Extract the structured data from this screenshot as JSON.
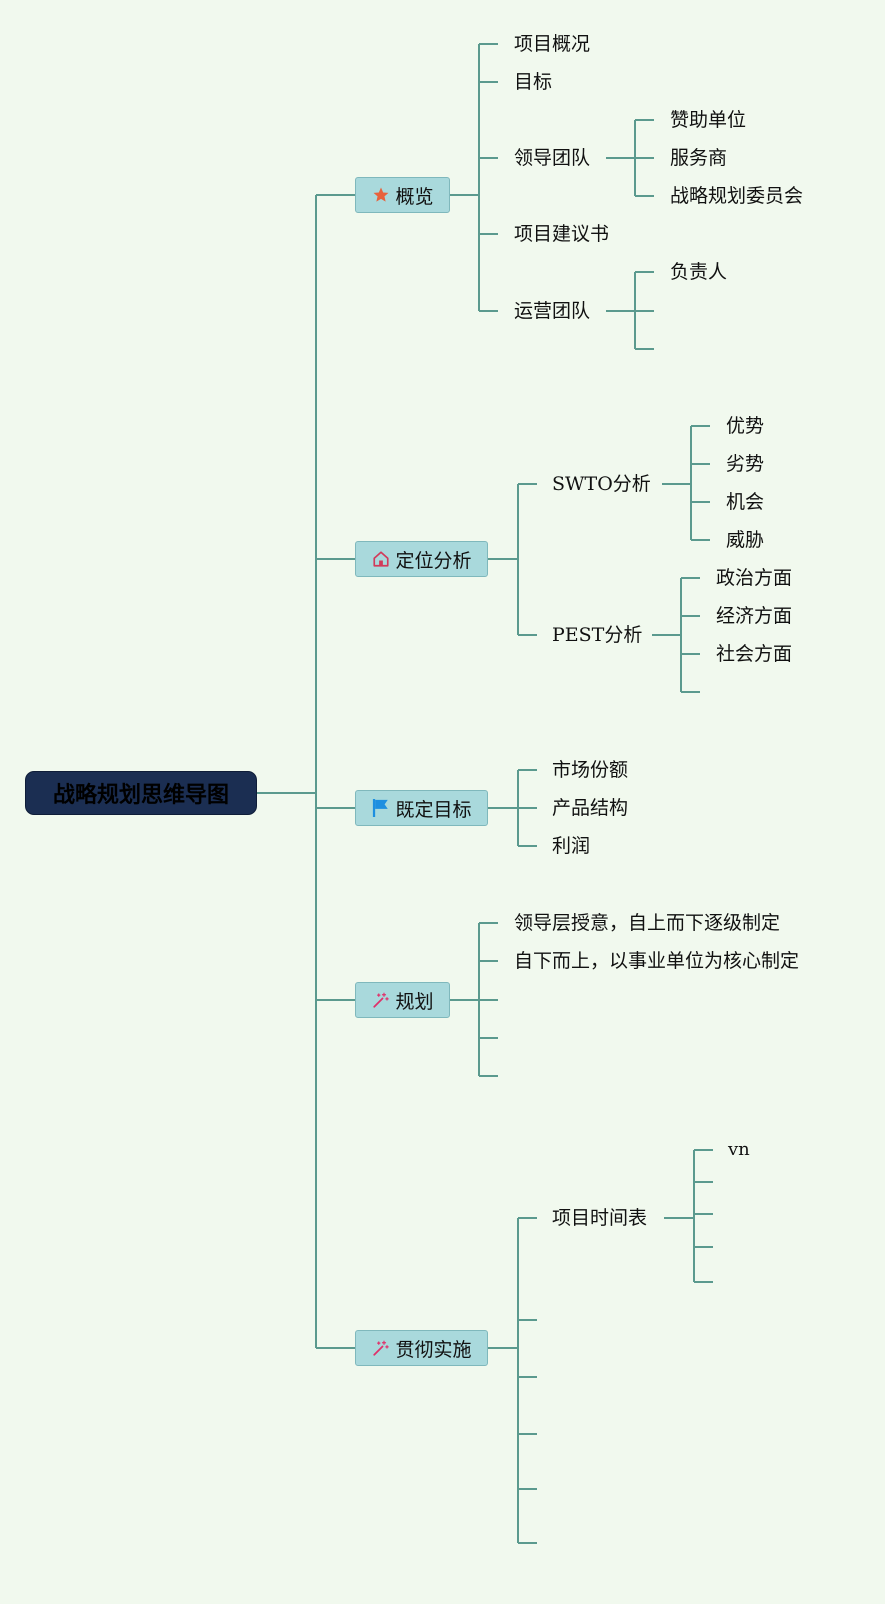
{
  "title": "战略规划思维导图",
  "topics": [
    {
      "label": "概览",
      "icon": "star-icon",
      "children": [
        {
          "label": "项目概况"
        },
        {
          "label": "目标"
        },
        {
          "label": "领导团队",
          "children": [
            "赞助单位",
            "服务商",
            "战略规划委员会"
          ]
        },
        {
          "label": "项目建议书"
        },
        {
          "label": "运营团队",
          "children": [
            "负责人",
            "",
            ""
          ]
        }
      ]
    },
    {
      "label": "定位分析",
      "icon": "house-icon",
      "children": [
        {
          "label": "SWTO分析",
          "children": [
            "优势",
            "劣势",
            "机会",
            "威胁"
          ]
        },
        {
          "label": "PEST分析",
          "children": [
            "政治方面",
            "经济方面",
            "社会方面",
            ""
          ]
        }
      ]
    },
    {
      "label": "既定目标",
      "icon": "flag-icon",
      "children": [
        {
          "label": "市场份额"
        },
        {
          "label": "产品结构"
        },
        {
          "label": "利润"
        }
      ]
    },
    {
      "label": "规划",
      "icon": "magic-wand-icon",
      "children": [
        {
          "label": "领导层授意，自上而下逐级制定"
        },
        {
          "label": "自下而上，以事业单位为核心制定"
        },
        {
          "label": ""
        },
        {
          "label": ""
        },
        {
          "label": ""
        }
      ]
    },
    {
      "label": "贯彻实施",
      "icon": "magic-wand-icon",
      "children": [
        {
          "label": "项目时间表",
          "children": [
            "vn",
            "",
            "",
            "",
            ""
          ]
        },
        {
          "label": ""
        },
        {
          "label": ""
        },
        {
          "label": ""
        },
        {
          "label": ""
        },
        {
          "label": ""
        }
      ]
    }
  ],
  "colors": {
    "background": "#f1f9ee",
    "root_fill": "#1b2e52",
    "topic_fill": "#a9d9dc",
    "line": "#5b9a8e",
    "star": "#e8623c",
    "house": "#d23a5a",
    "flag": "#1d8fe0",
    "wand": "#e0306a"
  }
}
